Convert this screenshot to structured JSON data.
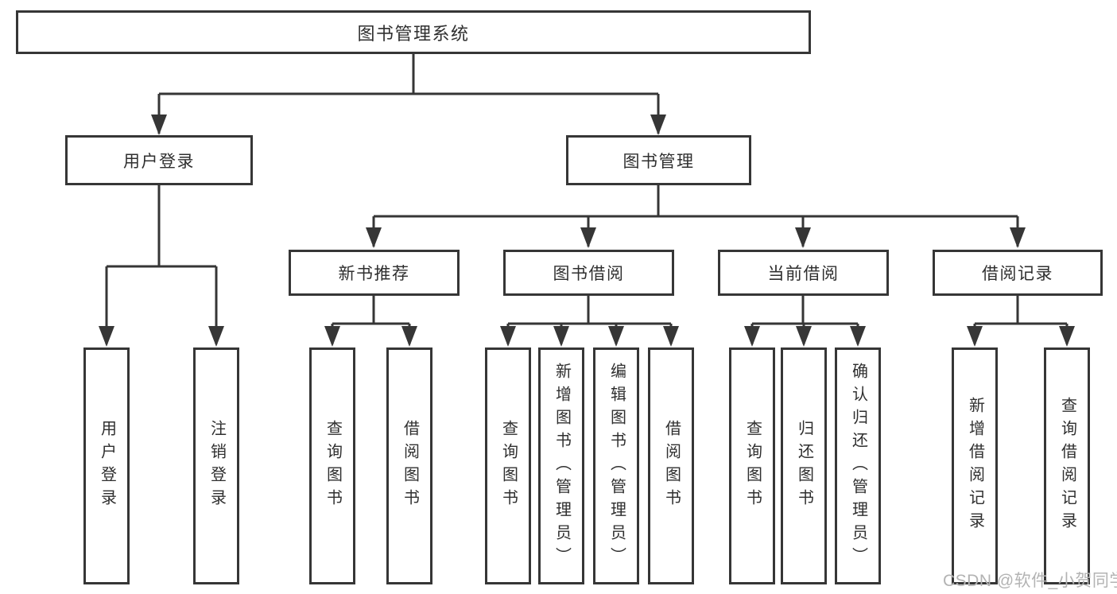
{
  "diagram": {
    "root": "图书管理系统",
    "level2": [
      "用户登录",
      "图书管理"
    ],
    "level3": [
      "新书推荐",
      "图书借阅",
      "当前借阅",
      "借阅记录"
    ],
    "leaves": [
      "用户登录",
      "注销登录",
      "查询图书",
      "借阅图书",
      "查询图书",
      "新增图书（管理员）",
      "编辑图书（管理员）",
      "借阅图书",
      "查询图书",
      "归还图书",
      "确认归还（管理员）",
      "新增借阅记录",
      "查询借阅记录"
    ],
    "colors": {
      "line": "#363636",
      "box_border": "#363636",
      "box_fill": "#ffffff",
      "text": "#2f2f2f",
      "background": "#ffffff",
      "watermark": "#b3b3b3"
    }
  },
  "watermark": "CSDN @软件_小贺同学"
}
